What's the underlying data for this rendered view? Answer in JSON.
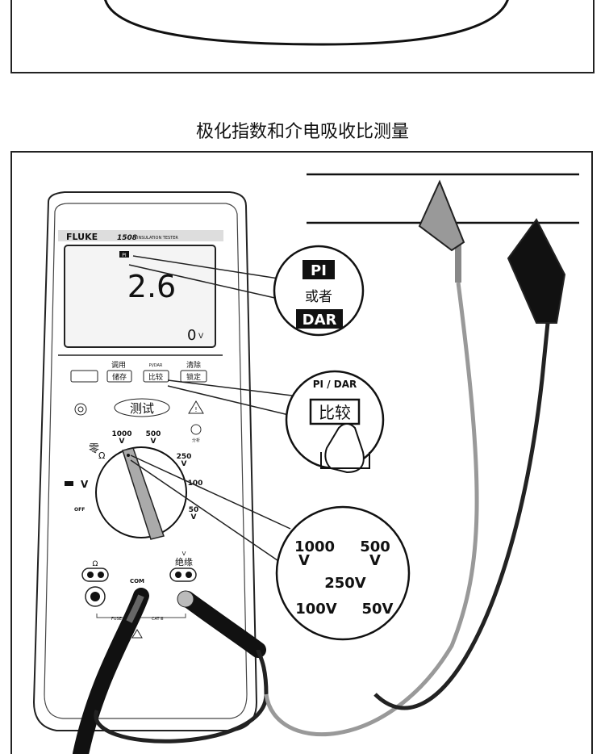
{
  "title": "极化指数和介电吸收比测量",
  "meter": {
    "brand": "FLUKE",
    "model": "1508",
    "subtitle": "INSULATION TESTER",
    "display": {
      "mode": "PI",
      "reading": "2.6",
      "voltage": "0",
      "voltage_unit": "V"
    },
    "buttons": {
      "top_labels": [
        "调用",
        "PI/DAR",
        "清除"
      ],
      "labels": [
        "储存",
        "比较",
        "锁定"
      ],
      "test": "测试"
    },
    "dial": {
      "zero_label": "零",
      "ohm": "Ω",
      "v": "V",
      "off": "OFF",
      "v1000": "1000",
      "v500": "500",
      "v250": "250",
      "v100": "100",
      "v50": "50",
      "unit": "V",
      "analysis": "分析"
    },
    "jacks": {
      "ohm": "Ω",
      "com": "COM",
      "v": "V",
      "insulation": "绝缘",
      "fuse": "FUSE",
      "cat": "CAT Ⅲ"
    }
  },
  "callouts": {
    "display": {
      "pi": "PI",
      "or": "或者",
      "dar": "DAR"
    },
    "button": {
      "label": "PI / DAR",
      "key": "比较"
    },
    "voltages": {
      "v1000": "1000",
      "v500": "500",
      "unit": "V",
      "v250": "250V",
      "v100": "100V",
      "v50": "50V"
    }
  },
  "colors": {
    "line": "#111111",
    "gray": "#aaaaaa",
    "lcd": "#f4f4f4"
  }
}
